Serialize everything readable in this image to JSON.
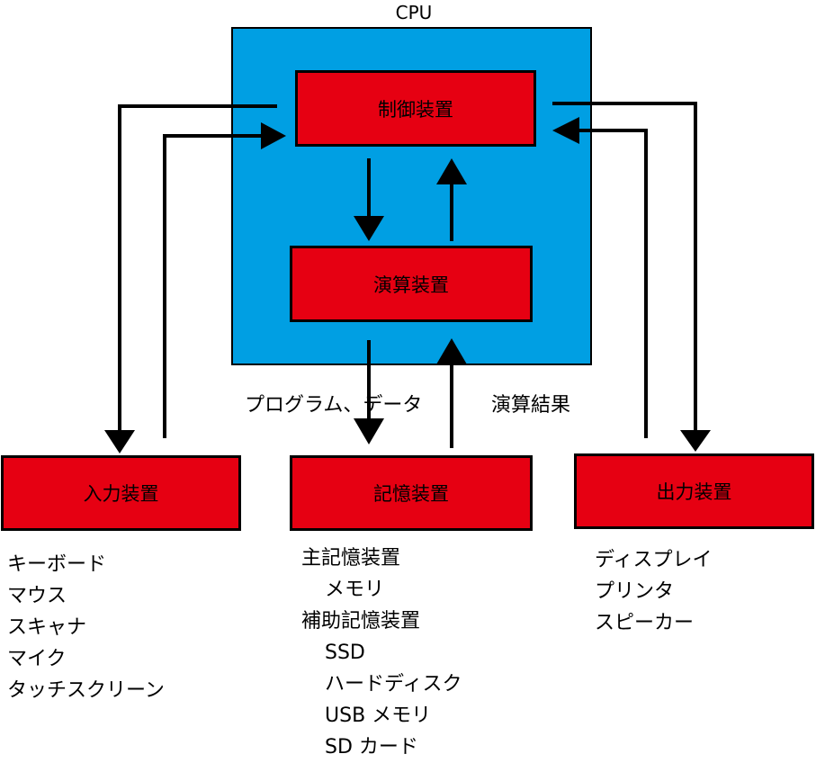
{
  "cpu": {
    "title": "CPU"
  },
  "units": {
    "control": "制御装置",
    "alu": "演算装置",
    "input": "入力装置",
    "memory": "記憶装置",
    "output": "出力装置"
  },
  "flow_labels": {
    "program_data": "プログラム、データ",
    "result": "演算結果"
  },
  "input_devices": [
    "キーボード",
    "マウス",
    "スキャナ",
    "マイク",
    "タッチスクリーン"
  ],
  "memory_devices": [
    {
      "text": "主記憶装置",
      "indent": 0
    },
    {
      "text": "メモリ",
      "indent": 1
    },
    {
      "text": "補助記憶装置",
      "indent": 0
    },
    {
      "text": "SSD",
      "indent": 1
    },
    {
      "text": "ハードディスク",
      "indent": 1
    },
    {
      "text": "USB メモリ",
      "indent": 1
    },
    {
      "text": "SD カード",
      "indent": 1
    }
  ],
  "output_devices": [
    "ディスプレイ",
    "プリンタ",
    "スピーカー"
  ],
  "colors": {
    "cpu_fill": "#009fe3",
    "unit_fill": "#e60012",
    "line": "#000000"
  }
}
